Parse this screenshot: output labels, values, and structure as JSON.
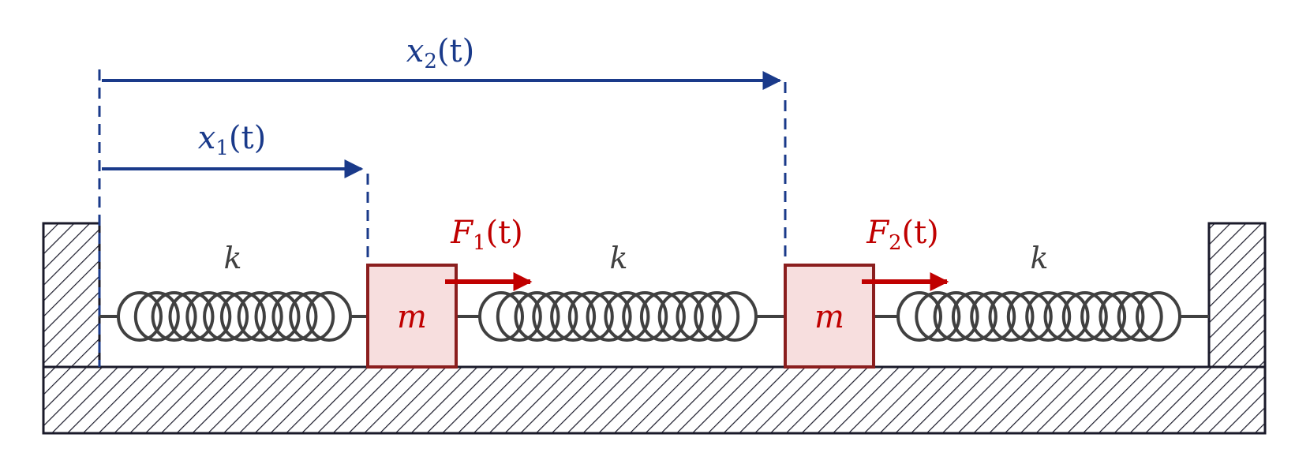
{
  "colors": {
    "blue": "#1a3a8a",
    "red": "#c00000",
    "mass_fill": "#f7dede",
    "mass_stroke": "#8b1e1e",
    "dark": "#404040",
    "wall_stroke": "#1a1a2a"
  },
  "labels": {
    "x1": {
      "base": "x",
      "sub": "1",
      "arg": "(t)"
    },
    "x2": {
      "base": "x",
      "sub": "2",
      "arg": "(t)"
    },
    "F1": {
      "base": "F",
      "sub": "1",
      "arg": "(t)"
    },
    "F2": {
      "base": "F",
      "sub": "2",
      "arg": "(t)"
    },
    "k1": "k",
    "k2": "k",
    "k3": "k",
    "m1": "m",
    "m2": "m"
  }
}
